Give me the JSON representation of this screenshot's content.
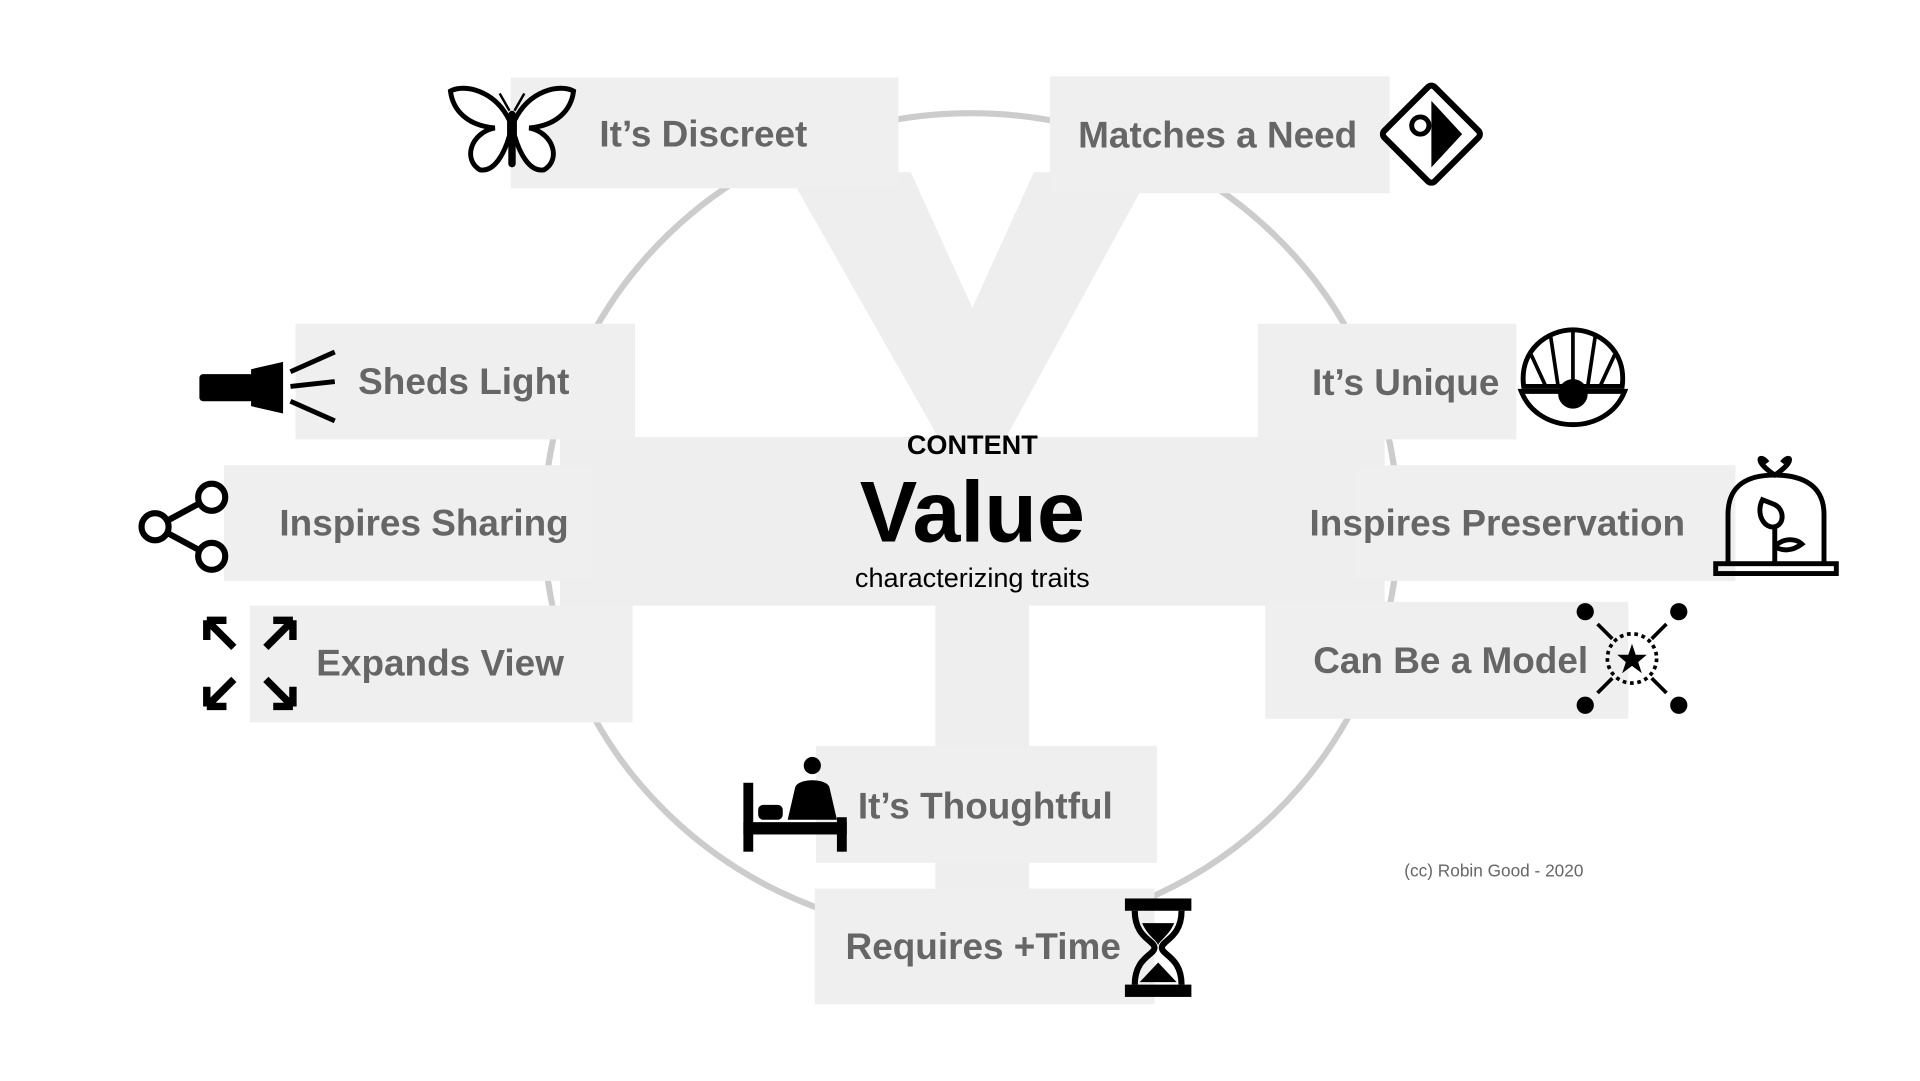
{
  "center": {
    "top": "CONTENT",
    "main": "Value",
    "sub": "characterizing traits"
  },
  "traits": [
    {
      "label": "It’s Discreet",
      "icon": "butterfly-icon"
    },
    {
      "label": "Matches a Need",
      "icon": "puzzle-icon"
    },
    {
      "label": "Sheds Light",
      "icon": "flashlight-icon"
    },
    {
      "label": "It’s Unique",
      "icon": "pearl-shell-icon"
    },
    {
      "label": "Inspires Sharing",
      "icon": "share-icon"
    },
    {
      "label": "Inspires Preservation",
      "icon": "rose-bell-jar-icon"
    },
    {
      "label": "Expands View",
      "icon": "expand-arrows-icon"
    },
    {
      "label": "Can Be a Model",
      "icon": "star-network-icon"
    },
    {
      "label": "It’s Thoughtful",
      "icon": "bed-person-icon"
    },
    {
      "label": "Requires +Time",
      "icon": "hourglass-icon"
    }
  ],
  "copyright": "(cc) Robin Good - 2020",
  "colors": {
    "box": "#efefef",
    "label": "#666666",
    "circle": "#cccccc",
    "symbol": "#eeeeee"
  }
}
